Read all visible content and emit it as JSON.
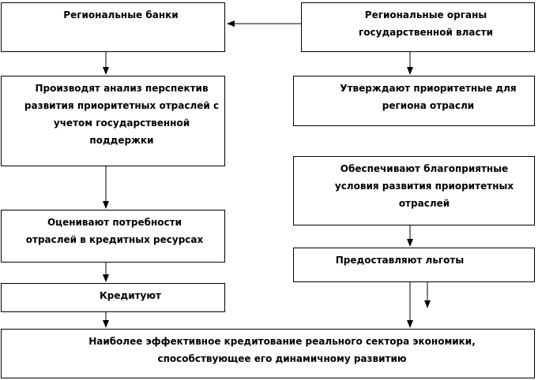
{
  "diagram": {
    "nodes": {
      "banks": "Региональные банки",
      "gov": "Региональные органы\nгосударственной власти",
      "analysis": "Производят анализ перспектив\nразвития приоритетных отраслей с\nучетом государственной\nподдержки",
      "approve": "Утверждают приоритетные для\nрегиона отрасли",
      "conditions": "Обеспечивают благоприятные\nусловия развития приоритетных\nотраслей",
      "needs": "Оценивают потребности\nотраслей в кредитных ресурсах",
      "benefits": "Предоставляют льготы",
      "lend": "Кредитуют",
      "result": "Наиболее эффективное кредитование реального сектора экономики,\nспособствующее его динамичному развитию"
    },
    "edges": [
      {
        "from": "gov",
        "to": "banks"
      },
      {
        "from": "banks",
        "to": "analysis"
      },
      {
        "from": "gov",
        "to": "approve"
      },
      {
        "from": "analysis",
        "to": "needs"
      },
      {
        "from": "conditions",
        "to": "benefits"
      },
      {
        "from": "needs",
        "to": "lend"
      },
      {
        "from": "lend",
        "to": "result"
      },
      {
        "from": "benefits",
        "to": "result"
      }
    ],
    "colors": {
      "stroke": "#000000",
      "background": "#ffffff"
    }
  }
}
